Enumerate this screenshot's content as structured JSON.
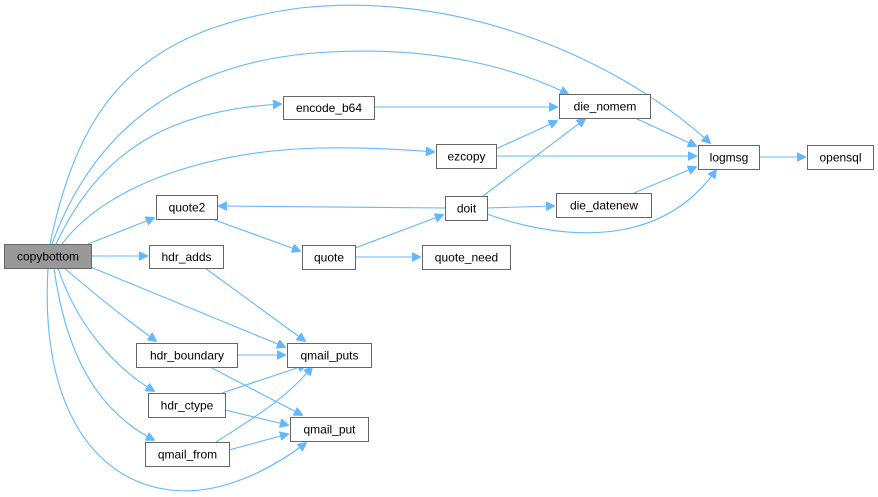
{
  "diagram": {
    "edge_color": "#63b8ff",
    "root_fill": "#999999",
    "node_fill": "#ffffff",
    "node_border": "#666666",
    "nodes": [
      {
        "id": "copybottom",
        "label": "copybottom",
        "root": true
      },
      {
        "id": "encode_b64",
        "label": "encode_b64"
      },
      {
        "id": "ezcopy",
        "label": "ezcopy"
      },
      {
        "id": "quote2",
        "label": "quote2"
      },
      {
        "id": "hdr_adds",
        "label": "hdr_adds"
      },
      {
        "id": "hdr_boundary",
        "label": "hdr_boundary"
      },
      {
        "id": "hdr_ctype",
        "label": "hdr_ctype"
      },
      {
        "id": "qmail_from",
        "label": "qmail_from"
      },
      {
        "id": "die_nomem",
        "label": "die_nomem"
      },
      {
        "id": "logmsg",
        "label": "logmsg"
      },
      {
        "id": "opensql",
        "label": "opensql"
      },
      {
        "id": "doit",
        "label": "doit"
      },
      {
        "id": "die_datenew",
        "label": "die_datenew"
      },
      {
        "id": "quote",
        "label": "quote"
      },
      {
        "id": "quote_need",
        "label": "quote_need"
      },
      {
        "id": "qmail_puts",
        "label": "qmail_puts"
      },
      {
        "id": "qmail_put",
        "label": "qmail_put"
      }
    ],
    "edges": [
      {
        "from": "copybottom",
        "to": "logmsg"
      },
      {
        "from": "copybottom",
        "to": "die_nomem"
      },
      {
        "from": "copybottom",
        "to": "encode_b64"
      },
      {
        "from": "copybottom",
        "to": "ezcopy"
      },
      {
        "from": "copybottom",
        "to": "quote2"
      },
      {
        "from": "copybottom",
        "to": "hdr_adds"
      },
      {
        "from": "copybottom",
        "to": "qmail_puts"
      },
      {
        "from": "copybottom",
        "to": "hdr_boundary"
      },
      {
        "from": "copybottom",
        "to": "hdr_ctype"
      },
      {
        "from": "copybottom",
        "to": "qmail_from"
      },
      {
        "from": "copybottom",
        "to": "qmail_put"
      },
      {
        "from": "encode_b64",
        "to": "die_nomem"
      },
      {
        "from": "ezcopy",
        "to": "die_nomem"
      },
      {
        "from": "ezcopy",
        "to": "logmsg"
      },
      {
        "from": "die_nomem",
        "to": "logmsg"
      },
      {
        "from": "logmsg",
        "to": "opensql"
      },
      {
        "from": "doit",
        "to": "quote2"
      },
      {
        "from": "doit",
        "to": "die_nomem"
      },
      {
        "from": "doit",
        "to": "die_datenew"
      },
      {
        "from": "doit",
        "to": "logmsg"
      },
      {
        "from": "die_datenew",
        "to": "logmsg"
      },
      {
        "from": "quote2",
        "to": "quote"
      },
      {
        "from": "quote",
        "to": "doit"
      },
      {
        "from": "quote",
        "to": "quote_need"
      },
      {
        "from": "hdr_adds",
        "to": "qmail_puts"
      },
      {
        "from": "hdr_boundary",
        "to": "qmail_puts"
      },
      {
        "from": "hdr_boundary",
        "to": "qmail_put"
      },
      {
        "from": "hdr_ctype",
        "to": "qmail_puts"
      },
      {
        "from": "hdr_ctype",
        "to": "qmail_put"
      },
      {
        "from": "qmail_from",
        "to": "qmail_puts"
      },
      {
        "from": "qmail_from",
        "to": "qmail_put"
      }
    ]
  }
}
